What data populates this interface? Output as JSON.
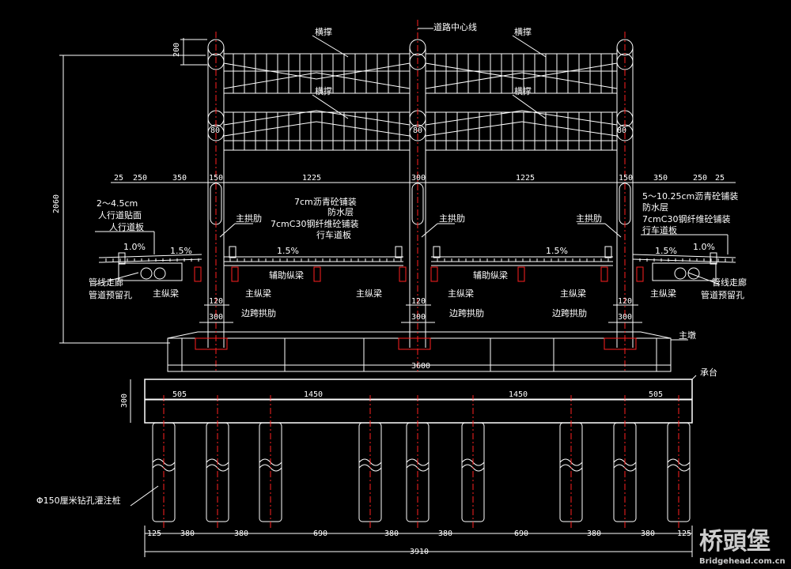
{
  "labels": {
    "road_centerline": "道路中心线",
    "cross_brace_tl": "横撑",
    "cross_brace_tr": "横撑",
    "cross_brace_ml": "横撑",
    "cross_brace_mr": "横撑",
    "main_arch_rib_l": "主拱肋",
    "main_arch_rib_m": "主拱肋",
    "main_arch_rib_r": "主拱肋",
    "pave_center_1": "7cm沥青砼铺装",
    "pave_center_2": "防水层",
    "pave_center_3": "7cmC30钢纤维砼铺装",
    "pave_center_4": "行车道板",
    "pave_left_1": "2～4.5cm",
    "pave_left_2": "人行道贴面",
    "pave_left_3": "人行道板",
    "pave_right_1": "5～10.25cm沥青砼铺装",
    "pave_right_2": "防水层",
    "pave_right_3": "7cmC30钢纤维砼铺装",
    "pave_right_4": "行车道板",
    "aux_beam_l": "辅助纵梁",
    "aux_beam_r": "辅助纵梁",
    "pipe_gallery_l": "管线走廊",
    "pipe_hole_l": "管道预留孔",
    "pipe_gallery_r": "管线走廊",
    "pipe_hole_r": "管道预留孔",
    "main_beam_1": "主纵梁",
    "main_beam_2": "主纵梁",
    "main_beam_3": "主纵梁",
    "main_beam_4": "主纵梁",
    "main_beam_5": "主纵梁",
    "main_beam_6": "主纵梁",
    "side_arch_1": "边跨拱肋",
    "side_arch_2": "边跨拱肋",
    "side_arch_3": "边跨拱肋",
    "main_pier": "主墩",
    "pile_cap": "承台",
    "pile": "Φ150厘米钻孔灌注桩"
  },
  "slopes": {
    "left_walk": "1.0%",
    "left_road": "1.5%",
    "center_left": "1.5%",
    "center_right": "1.5%",
    "right_road": "1.5%",
    "right_walk": "1.0%"
  },
  "dimensions": {
    "top_200": "200",
    "height_2060": "2060",
    "rib_80_l": "80",
    "rib_80_m": "80",
    "rib_80_r": "80",
    "d_25_l": "25",
    "d_250_l": "250",
    "d_350_l": "350",
    "d_150_l": "150",
    "d_1225_l": "1225",
    "d_300_m": "300",
    "d_1225_r": "1225",
    "d_150_r": "150",
    "d_350_r": "350",
    "d_250_r": "250",
    "d_25_r": "25",
    "d_120_l": "120",
    "d_120_m": "120",
    "d_120_r": "120",
    "d_300_l": "300",
    "d_300_mm": "300",
    "d_300_r": "300",
    "pier_3600": "3600",
    "cap_300": "300",
    "cap_505_l": "505",
    "cap_1450_l": "1450",
    "cap_1450_r": "1450",
    "cap_505_r": "505",
    "pile_125_l": "125",
    "pile_380_1": "380",
    "pile_380_2": "380",
    "pile_690_1": "690",
    "pile_380_3": "380",
    "pile_380_4": "380",
    "pile_690_2": "690",
    "pile_380_5": "380",
    "pile_380_6": "380",
    "pile_125_r": "125",
    "total_3910": "3910"
  },
  "watermark": {
    "logo": "桥頭堡",
    "url": "Bridgehead.com.cn"
  },
  "colors": {
    "background": "#000000",
    "line": "#ffffff",
    "centerline": "#ff2020"
  }
}
